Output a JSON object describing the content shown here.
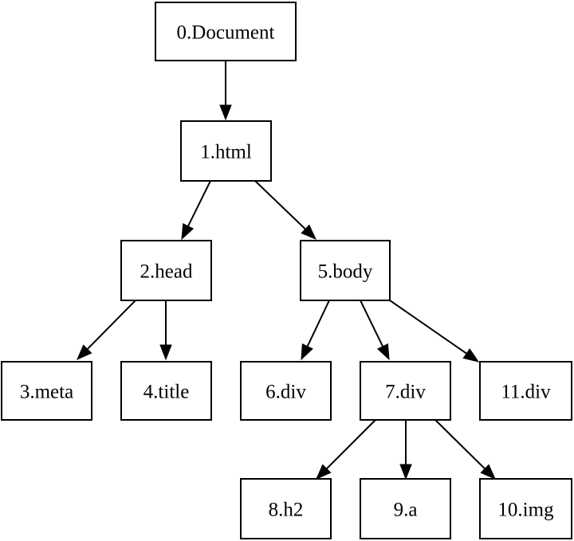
{
  "diagram": {
    "nodes": [
      {
        "id": "n0",
        "label": "0.Document"
      },
      {
        "id": "n1",
        "label": "1.html"
      },
      {
        "id": "n2",
        "label": "2.head"
      },
      {
        "id": "n3",
        "label": "3.meta"
      },
      {
        "id": "n4",
        "label": "4.title"
      },
      {
        "id": "n5",
        "label": "5.body"
      },
      {
        "id": "n6",
        "label": "6.div"
      },
      {
        "id": "n7",
        "label": "7.div"
      },
      {
        "id": "n8",
        "label": "8.h2"
      },
      {
        "id": "n9",
        "label": "9.a"
      },
      {
        "id": "n10",
        "label": "10.img"
      },
      {
        "id": "n11",
        "label": "11.div"
      }
    ],
    "edges": [
      {
        "from": "n0",
        "to": "n1"
      },
      {
        "from": "n1",
        "to": "n2"
      },
      {
        "from": "n1",
        "to": "n5"
      },
      {
        "from": "n2",
        "to": "n3"
      },
      {
        "from": "n2",
        "to": "n4"
      },
      {
        "from": "n5",
        "to": "n6"
      },
      {
        "from": "n5",
        "to": "n7"
      },
      {
        "from": "n5",
        "to": "n11"
      },
      {
        "from": "n7",
        "to": "n8"
      },
      {
        "from": "n7",
        "to": "n9"
      },
      {
        "from": "n7",
        "to": "n10"
      }
    ],
    "colors": {
      "stroke": "#000000",
      "fill": "#ffffff",
      "text": "#000000"
    }
  }
}
